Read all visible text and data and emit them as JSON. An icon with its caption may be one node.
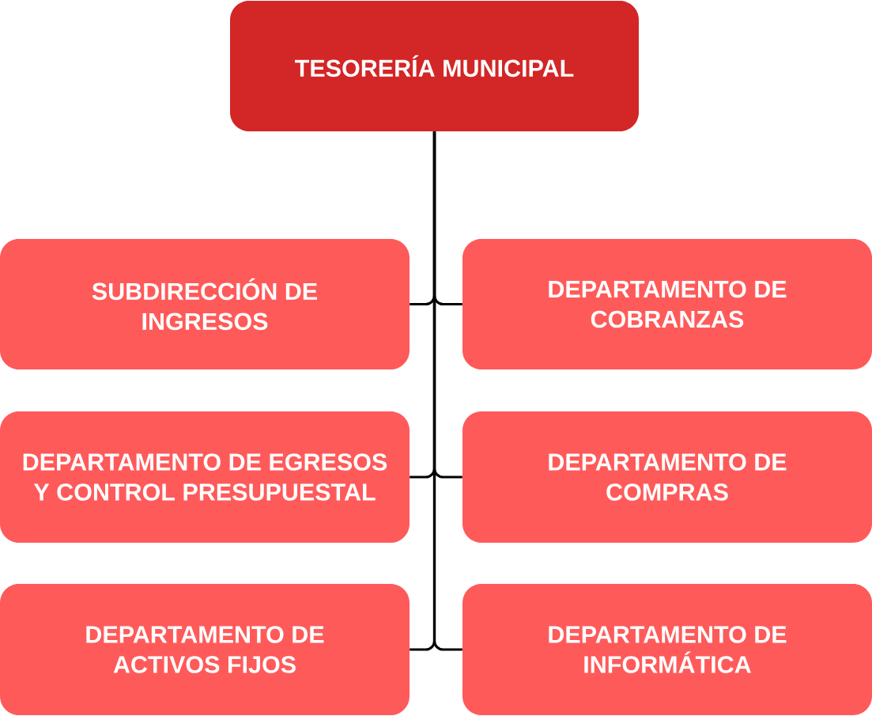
{
  "diagram": {
    "nodes": [
      {
        "text": [
          "TESORERÍA MUNICIPAL"
        ]
      },
      {
        "text": [
          "SUBDIRECCIÓN DE INGRESOS"
        ]
      },
      {
        "text": [
          "DEPARTAMENTO DE COBRANZAS"
        ]
      },
      {
        "text": [
          "DEPARTAMENTO DE EGRESOS Y CONTROL PRESUPUESTAL"
        ]
      },
      {
        "text": [
          "DEPARTAMENTO DE COMPRAS"
        ]
      },
      {
        "text": [
          "DEPARTAMENTO DE ACTIVOS FIJOS"
        ]
      },
      {
        "text": [
          "DEPARTAMENTO DE INFORMÁTICA"
        ]
      }
    ],
    "edges": [
      {
        "from": 0,
        "to": 1,
        "arrow": "none"
      },
      {
        "from": 0,
        "to": 2,
        "arrow": "none"
      },
      {
        "from": 0,
        "to": 3,
        "arrow": "none"
      },
      {
        "from": 0,
        "to": 4,
        "arrow": "none"
      },
      {
        "from": 0,
        "to": 5,
        "arrow": "none"
      },
      {
        "from": 0,
        "to": 6,
        "arrow": "none"
      }
    ]
  }
}
